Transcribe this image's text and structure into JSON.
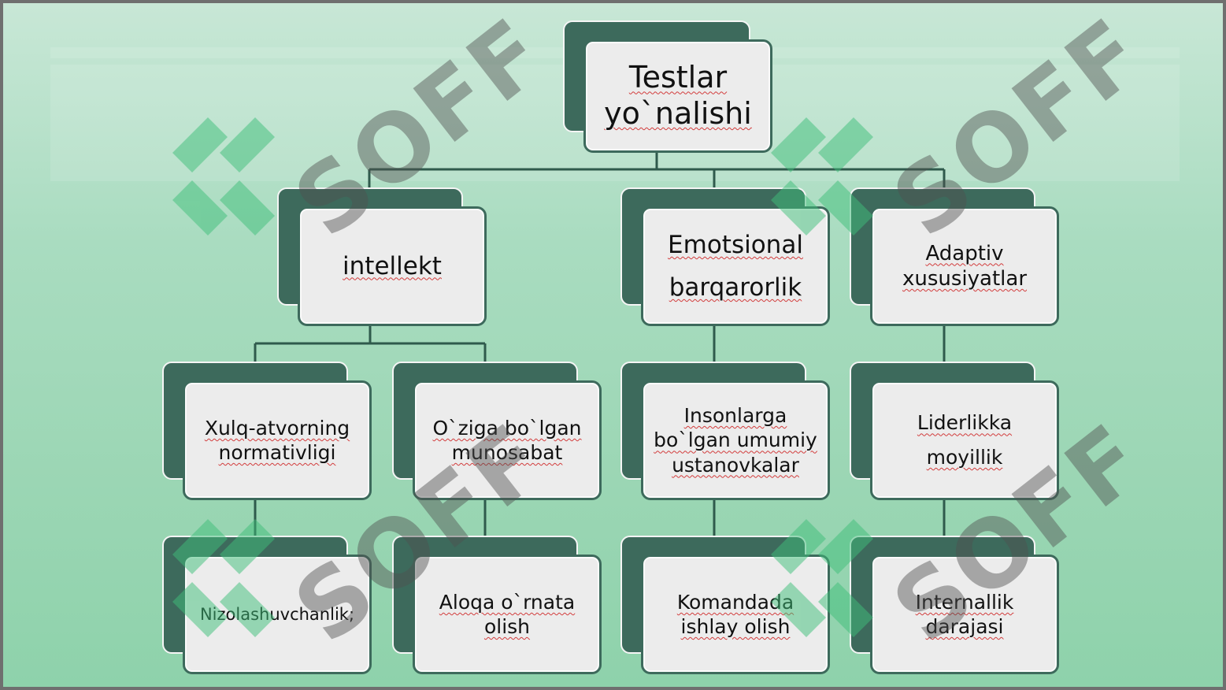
{
  "diagram": {
    "root": {
      "label": "Testlar\nyo`nalishi"
    },
    "branches": [
      {
        "label": "intellekt",
        "children": [
          {
            "label": "Xulq-atvorning\nnormativligi",
            "child": "Nizolashuvchanlik;"
          },
          {
            "label": "O`ziga bo`lgan\nmunosabat",
            "child": "Aloqa o`rnata\nolish"
          }
        ]
      },
      {
        "label": "Emotsional\nbarqarorlik",
        "children": [
          {
            "label": "Insonlarga\nbo`lgan umumiy\nustanovkalar",
            "child": "Komandada\nishlay olish"
          }
        ]
      },
      {
        "label": "Adaptiv\nxususiyatlar",
        "children": [
          {
            "label": "Liderlikka\nmoyillik",
            "child": "Internallik\ndarajasi"
          }
        ]
      }
    ]
  },
  "watermark": {
    "text": "SOFF"
  },
  "colors": {
    "box_dark": "#3d6a5c",
    "box_light": "#ececec",
    "background": "#a9dcc0",
    "connector": "#2f5a4c"
  }
}
